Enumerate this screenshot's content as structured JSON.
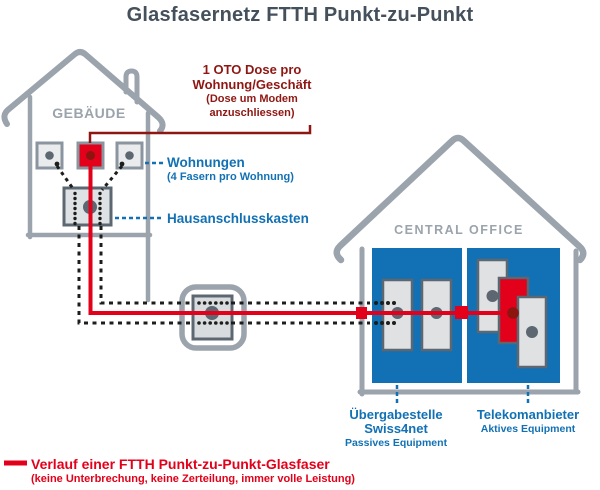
{
  "title": "Glasfasernetz FTTH Punkt-zu-Punkt",
  "building": {
    "label": "GEBÄUDE",
    "oto_note": {
      "line1": "1 OTO Dose pro",
      "line2": "Wohnung/Geschäft",
      "line3": "(Dose um Modem",
      "line4": "anzuschliessen)"
    },
    "apartments": {
      "label": "Wohnungen",
      "sublabel": "(4 Fasern pro Wohnung)"
    },
    "house_connection_box": {
      "label": "Hausanschlusskasten"
    }
  },
  "central_office": {
    "label": "CENTRAL OFFICE",
    "handover_point": {
      "label": "Übergabestelle",
      "operator": "Swiss4net",
      "sublabel": "Passives Equipment"
    },
    "telecom_provider": {
      "label": "Telekomanbieter",
      "sublabel": "Aktives Equipment"
    }
  },
  "legend": {
    "label": "Verlauf einer FTTH Punkt-zu-Punkt-Glasfaser",
    "sublabel": "(keine Unterbrechung, keine Zerteilung, immer volle Leistung)"
  },
  "colors": {
    "fiber_red": "#e2001a",
    "note_dark_red": "#8e1713",
    "label_blue": "#1171b4",
    "structure_gray": "#9ba3ac",
    "component_dark_gray": "#5d6771",
    "title_slate": "#44505c"
  }
}
